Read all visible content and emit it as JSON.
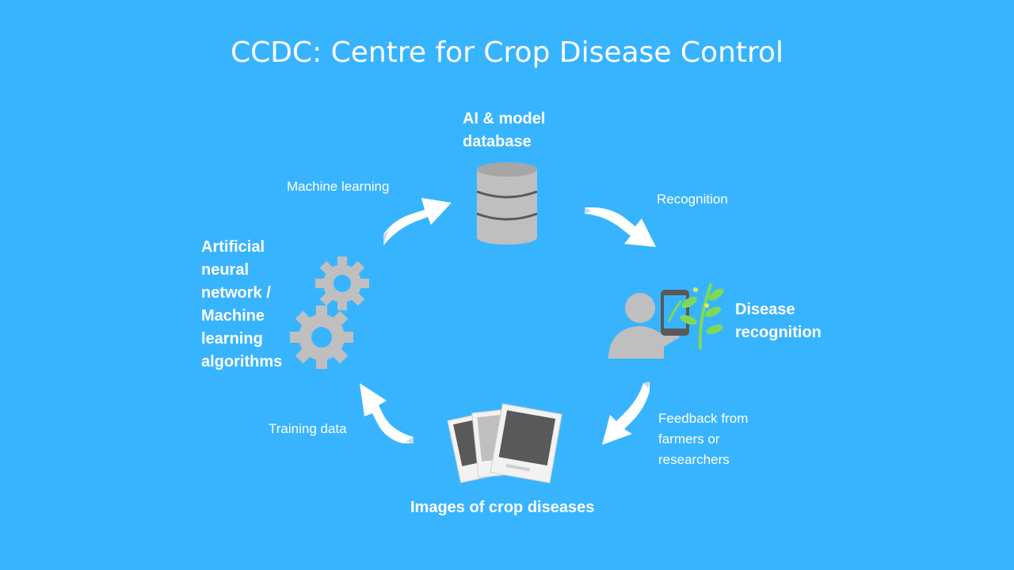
{
  "title": "CCDC: Centre for Crop Disease Control",
  "nodes": {
    "database": {
      "line1": "AI & model",
      "line2": "database"
    },
    "recognition": {
      "line1": "Disease",
      "line2": "recognition"
    },
    "images": {
      "label": "Images of crop diseases"
    },
    "algorithms": {
      "lines": [
        "Artificial",
        "neural",
        "network /",
        "Machine",
        "learning",
        "algorithms"
      ]
    }
  },
  "edges": {
    "machine_learning": "Machine learning",
    "recognition": "Recognition",
    "feedback": {
      "line1": "Feedback from",
      "line2": "farmers or",
      "line3": "researchers"
    },
    "training_data": "Training data"
  },
  "colors": {
    "background": "#38b4ff",
    "arrow": "#ffffff",
    "arrow_shadow": "#c9d6e0",
    "icon_grey": "#bfbfbf",
    "icon_dark": "#595959",
    "plant_green": "#7ed957"
  },
  "icons": [
    "database-icon",
    "person-phone-plant-icon",
    "photos-icon",
    "gears-icon"
  ]
}
